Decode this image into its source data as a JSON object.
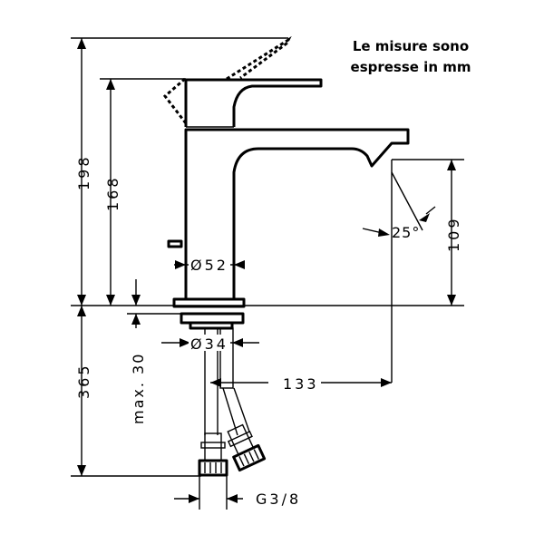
{
  "note": {
    "line1": "Le misure sono",
    "line2": "espresse in mm"
  },
  "dimensions": {
    "total_height": "198",
    "spout_height": "168",
    "spout_clearance": "109",
    "below_deck": "365",
    "max_deck": "max. 30",
    "body_diameter": "Ø52",
    "hole_diameter": "Ø34",
    "reach": "133",
    "angle": "25°",
    "thread": "G3/8"
  }
}
